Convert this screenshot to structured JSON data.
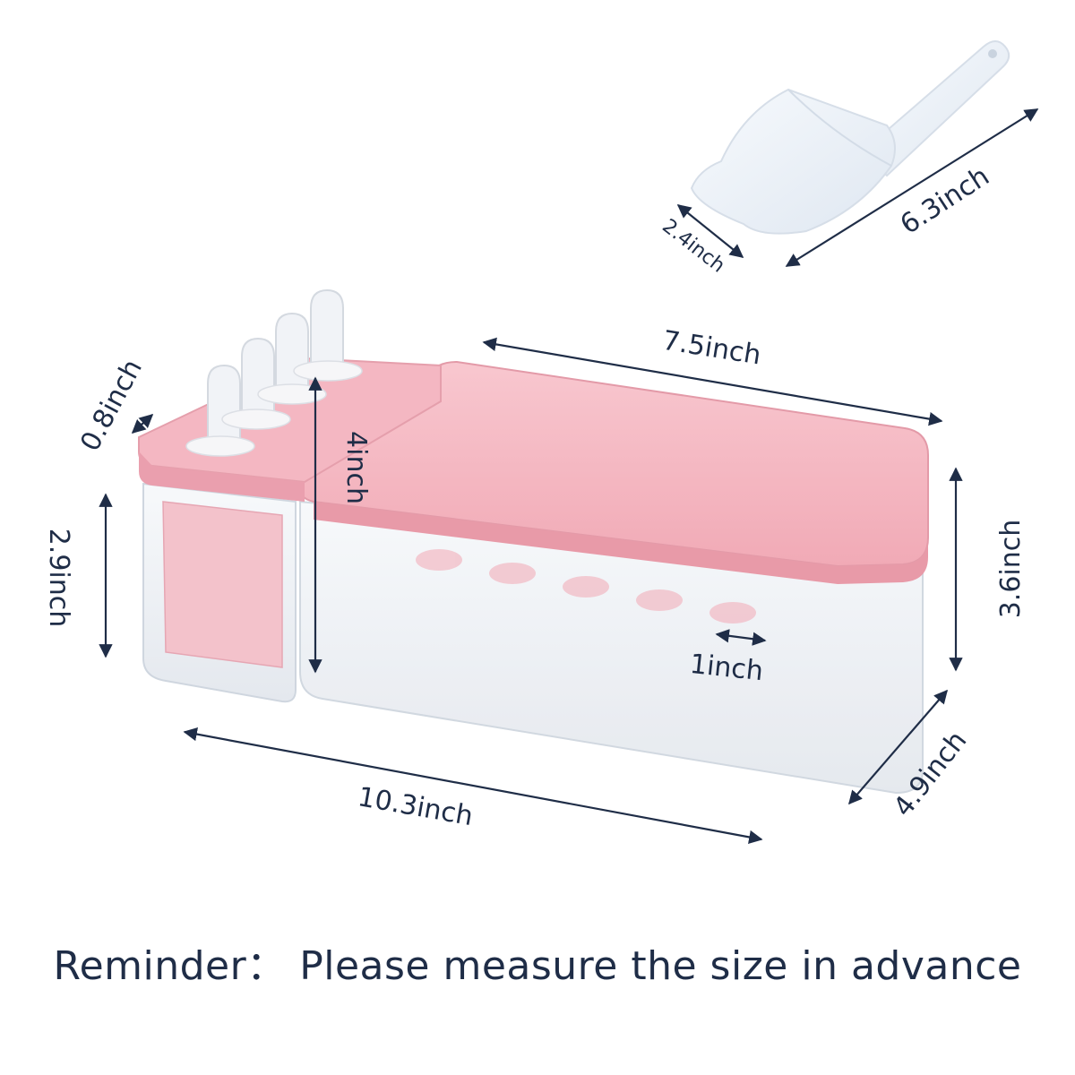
{
  "dimensions": {
    "scoop_length": "6.3inch",
    "scoop_width": "2.4inch",
    "lid_length": "7.5inch",
    "mold_depth": "0.8inch",
    "mold_height": "4inch",
    "mold_body_height": "2.9inch",
    "box_height": "3.6inch",
    "cube_width": "1inch",
    "box_length": "10.3inch",
    "box_width": "4.9inch"
  },
  "reminder": "Reminder：  Please measure the size in advance",
  "colors": {
    "text": "#1f2d47",
    "lid_pink": "#f3b6c0",
    "lid_pink_dark": "#e89aa8",
    "clear_plastic": "#eef1f5",
    "scoop_white": "#eef3f9"
  },
  "icons": [
    "ice-scoop-icon",
    "popsicle-mold-icon",
    "ice-cube-box-icon"
  ]
}
